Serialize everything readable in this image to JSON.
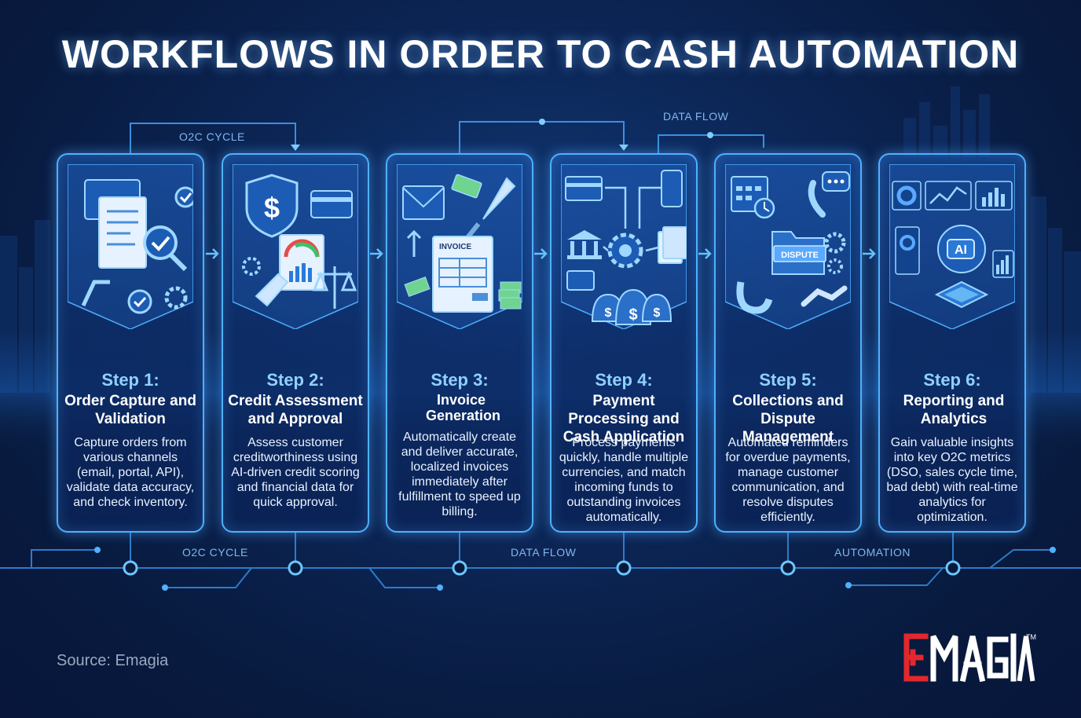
{
  "title": "WORKFLOWS IN ORDER TO CASH AUTOMATION",
  "flow_labels": {
    "top_left": "O2C CYCLE",
    "top_right": "DATA FLOW",
    "bottom_left": "O2C CYCLE",
    "bottom_middle": "DATA FLOW",
    "bottom_right": "AUTOMATION"
  },
  "art_labels": {
    "invoice": "INVOICE",
    "dispute": "DISPUTE",
    "ai": "AI"
  },
  "steps": [
    {
      "step": "Step 1:",
      "name": "Order Capture and Validation",
      "desc": "Capture orders from various channels (email, portal, API), validate data accuracy, and check inventory."
    },
    {
      "step": "Step 2:",
      "name": "Credit Assessment and Approval",
      "desc": "Assess customer creditworthiness using AI-driven credit scoring and financial data for quick approval."
    },
    {
      "step": "Step 3:",
      "name": "Invoice Generation",
      "desc": "Automatically create and deliver accurate, localized invoices immediately after fulfillment to speed up billing."
    },
    {
      "step": "Step 4:",
      "name": "Payment Processing and Cash Application",
      "desc": "Process payments quickly, handle multiple currencies, and match incoming funds to outstanding invoices automatically."
    },
    {
      "step": "Step 5:",
      "name": "Collections and Dispute Management",
      "desc": "Automated reminders for overdue payments, manage customer communication, and resolve disputes efficiently."
    },
    {
      "step": "Step 6:",
      "name": "Reporting and Analytics",
      "desc": "Gain valuable insights into key O2C metrics (DSO, sales cycle time, bad debt) with real-time analytics for optimization."
    }
  ],
  "source": "Source: Emagia",
  "logo": {
    "text": "EMAGIA",
    "tm": "TM"
  },
  "colors": {
    "accent": "#4fb0ff",
    "step_label": "#8fd0ff",
    "background": "#0a1a3c",
    "logo_red": "#e3282d"
  }
}
